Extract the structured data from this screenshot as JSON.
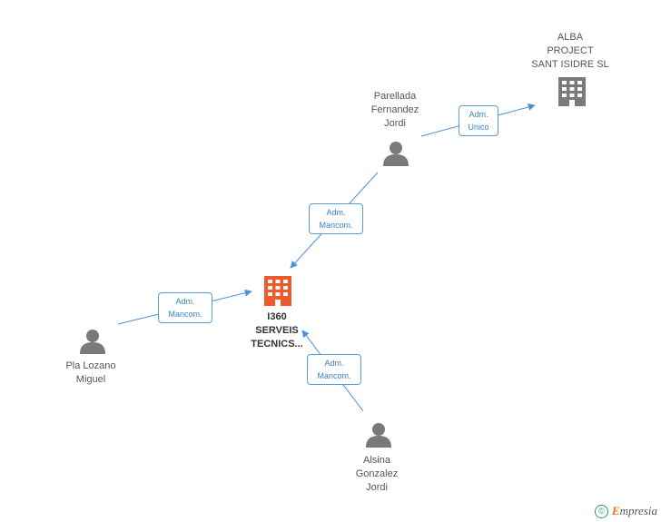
{
  "nodes": {
    "alba": {
      "lines": [
        "ALBA",
        "PROJECT",
        "SANT ISIDRE SL"
      ],
      "type": "company"
    },
    "parellada": {
      "lines": [
        "Parellada",
        "Fernandez",
        "Jordi"
      ],
      "type": "person"
    },
    "i360": {
      "lines": [
        "I360",
        "SERVEIS",
        "TECNICS..."
      ],
      "type": "company-main"
    },
    "pla": {
      "lines": [
        "Pla Lozano",
        "Miguel"
      ],
      "type": "person"
    },
    "alsina": {
      "lines": [
        "Alsina",
        "Gonzalez",
        "Jordi"
      ],
      "type": "person"
    }
  },
  "edges": {
    "parellada_alba": {
      "lines": [
        "Adm.",
        "Unico"
      ]
    },
    "parellada_i360": {
      "lines": [
        "Adm.",
        "Mancom."
      ]
    },
    "pla_i360": {
      "lines": [
        "Adm.",
        "Mancom."
      ]
    },
    "alsina_i360": {
      "lines": [
        "Adm.",
        "Mancom."
      ]
    }
  },
  "colors": {
    "edge": "#4a90d9",
    "company": "#7a7a7a",
    "company_main": "#f05a2a",
    "person": "#7a7a7a"
  },
  "footer": {
    "copyright": "©",
    "brand_first": "E",
    "brand_rest": "mpresia"
  }
}
